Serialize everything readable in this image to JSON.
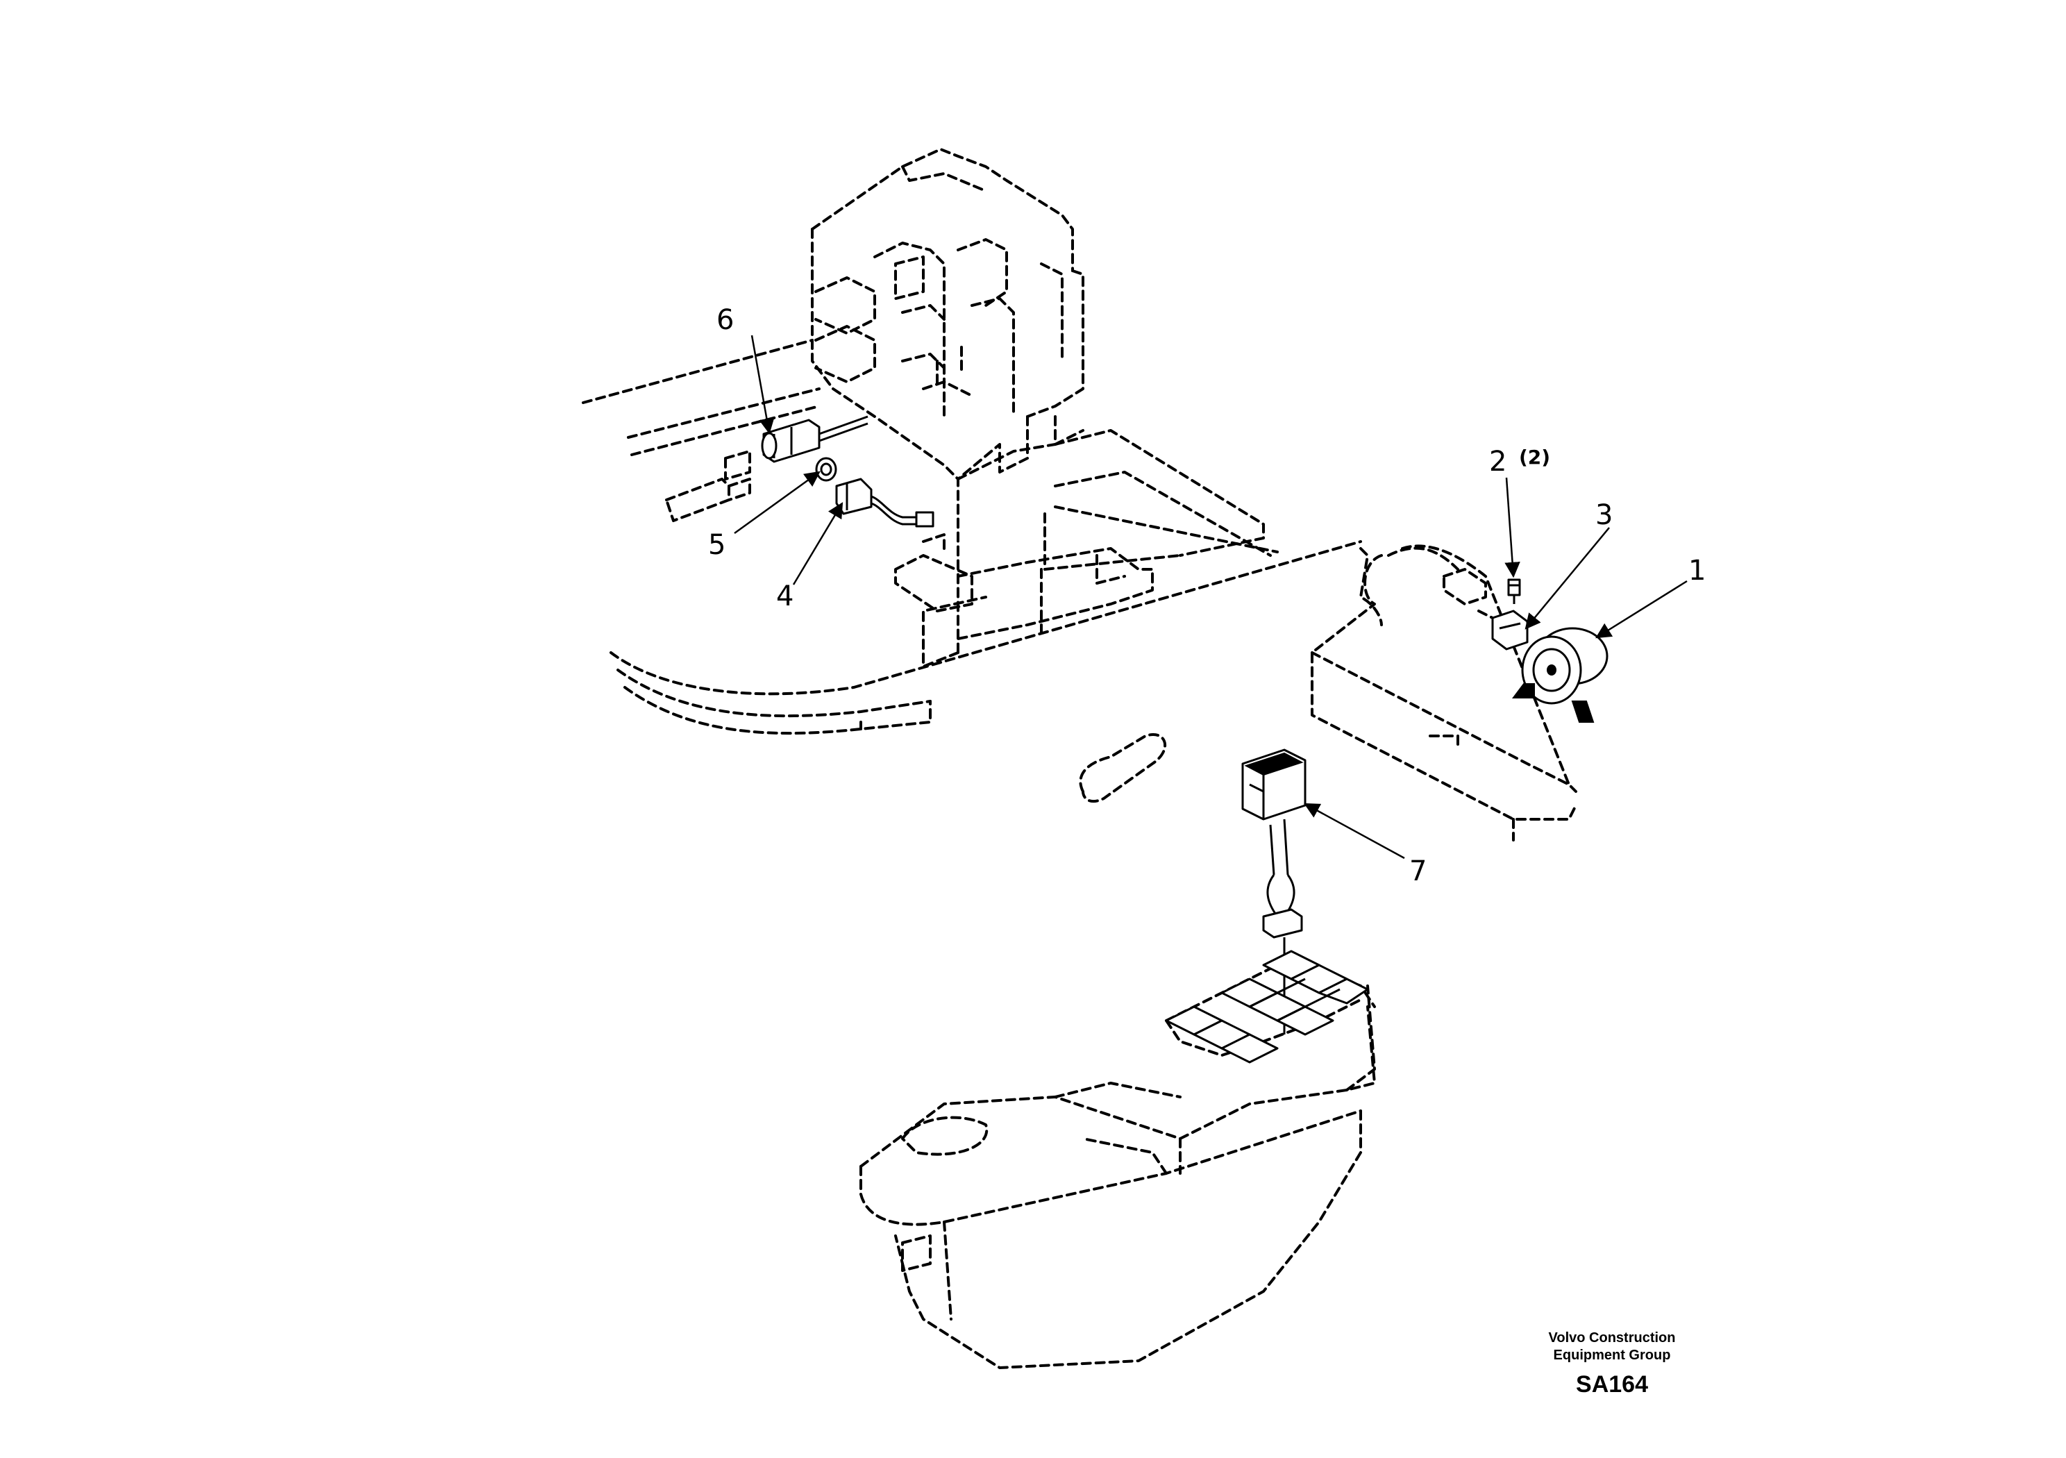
{
  "callouts": [
    {
      "id": "1",
      "label": "1"
    },
    {
      "id": "2",
      "label": "2",
      "suffix": "(2)"
    },
    {
      "id": "3",
      "label": "3"
    },
    {
      "id": "4",
      "label": "4"
    },
    {
      "id": "5",
      "label": "5"
    },
    {
      "id": "6",
      "label": "6"
    },
    {
      "id": "7",
      "label": "7"
    }
  ],
  "footer": {
    "company_line1": "Volvo Construction",
    "company_line2": "Equipment Group",
    "drawing_code": "SA164"
  }
}
